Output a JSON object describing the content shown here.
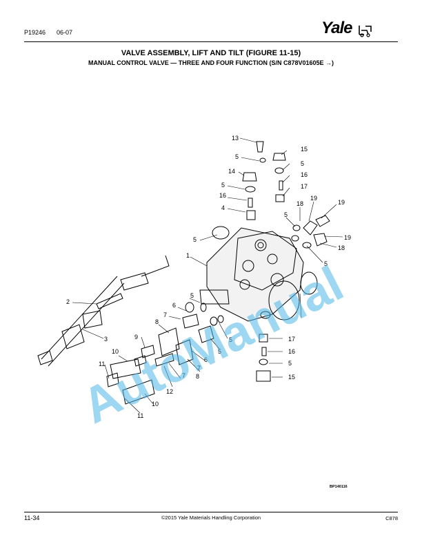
{
  "header": {
    "doc_number": "P19246",
    "date": "06-07",
    "brand": "Yale"
  },
  "title": "VALVE ASSEMBLY, LIFT AND TILT (FIGURE 11-15)",
  "subtitle": "MANUAL CONTROL VALVE — THREE AND FOUR FUNCTION  (S/N C878V01605E →)",
  "figure": {
    "code": "BP140116",
    "callouts": [
      "13",
      "5",
      "15",
      "14",
      "5",
      "16",
      "5",
      "17",
      "16",
      "4",
      "18",
      "19",
      "19",
      "5",
      "19",
      "18",
      "5",
      "5",
      "1",
      "2",
      "3",
      "5",
      "6",
      "7",
      "8",
      "5",
      "5",
      "6",
      "7",
      "8",
      "9",
      "10",
      "11",
      "12",
      "7",
      "10",
      "11",
      "17",
      "16",
      "5",
      "15"
    ]
  },
  "watermark": "AutoManual",
  "footer": {
    "page": "11-34",
    "copyright": "©2015 Yale Materials Handling Corporation",
    "model": "C878"
  }
}
